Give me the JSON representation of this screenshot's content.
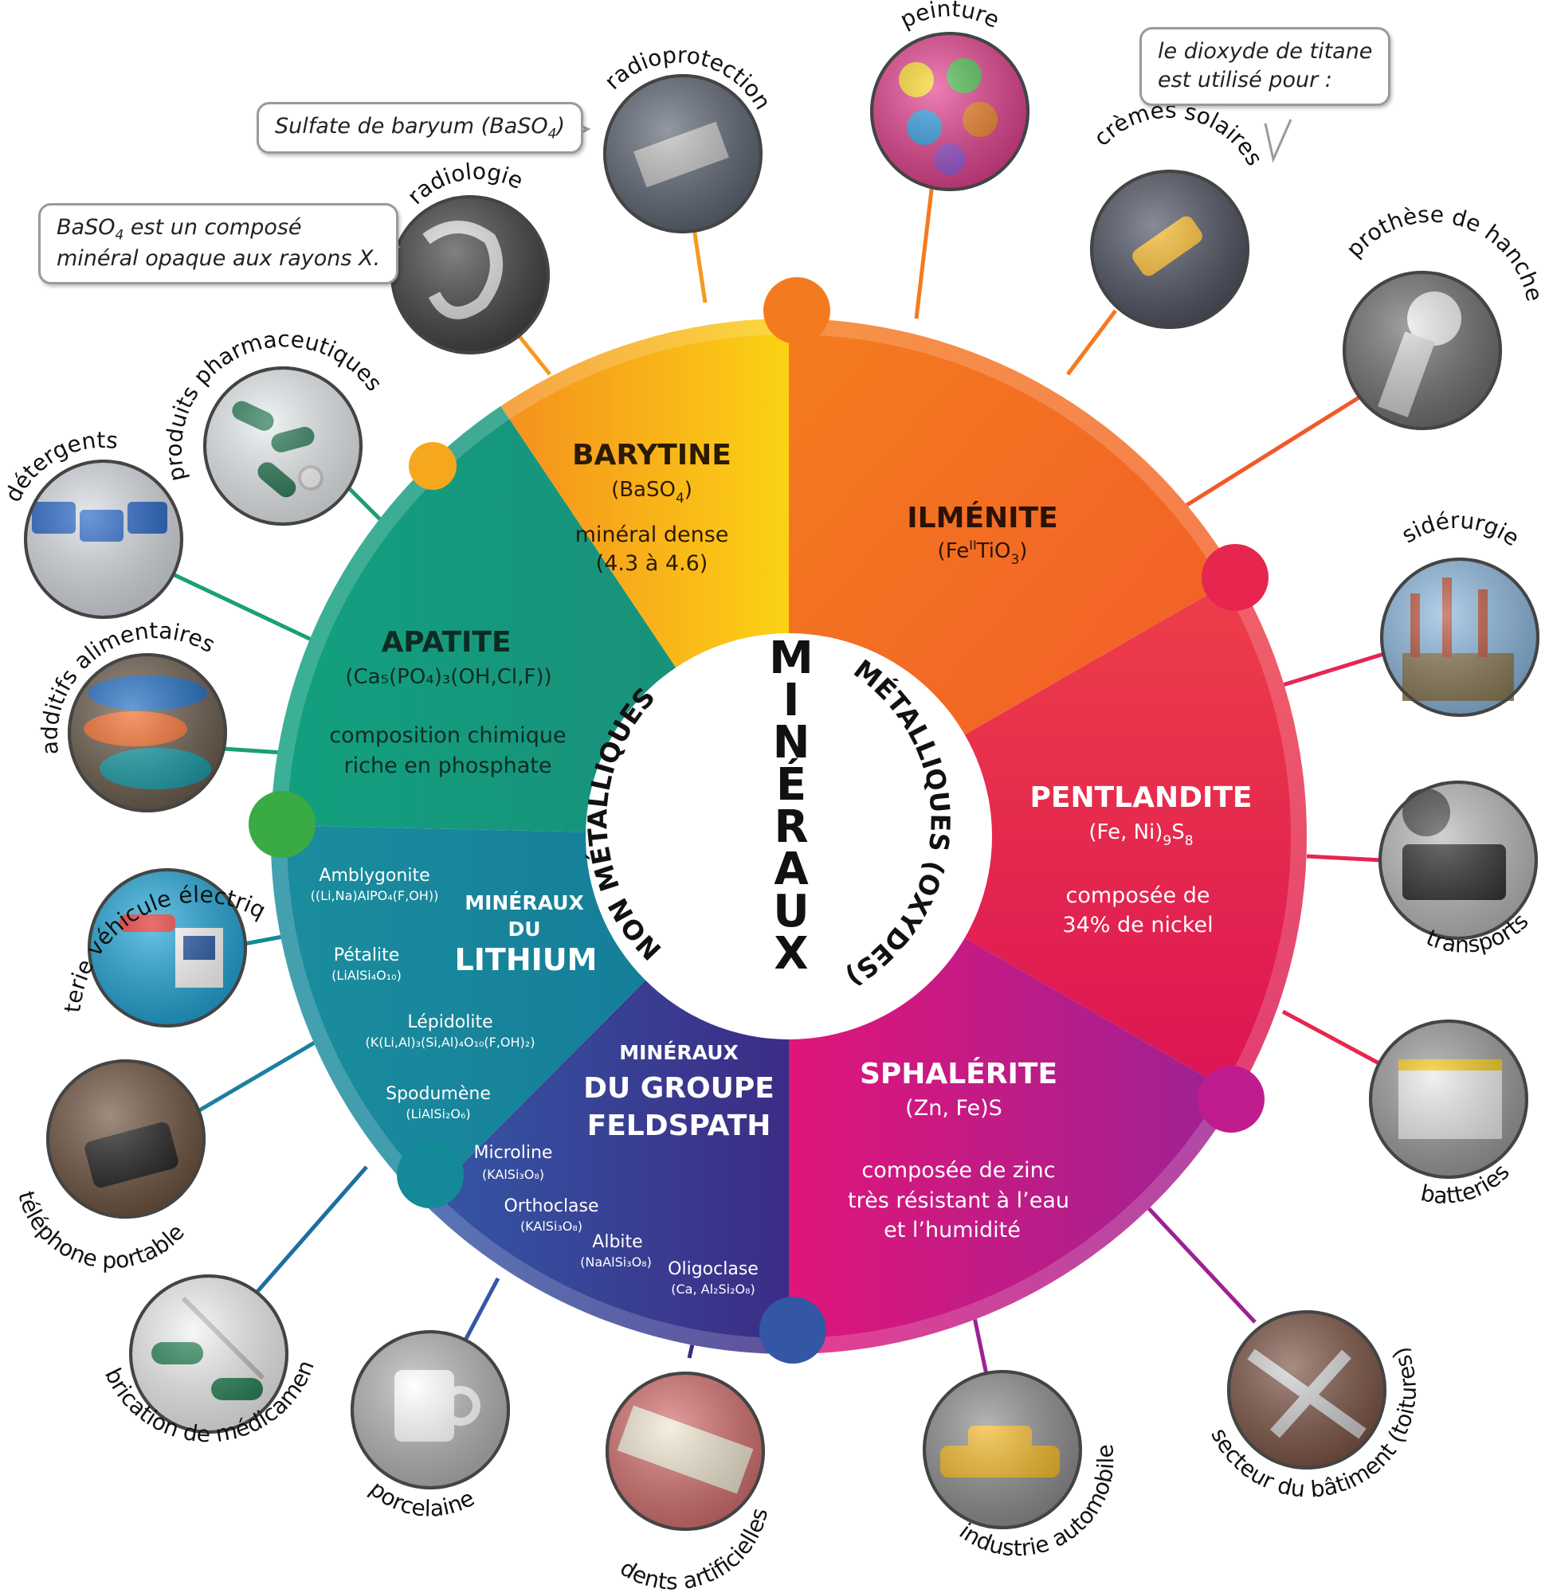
{
  "center": {
    "title_letters": [
      "M",
      "I",
      "N",
      "É",
      "R",
      "A",
      "U",
      "X"
    ],
    "left_arc": "NON MÉTALLIQUES",
    "right_arc": "MÉTALLIQUES (OXYDES)"
  },
  "sectors": {
    "barytine": {
      "name": "BARYTINE",
      "formula": "(BaSO",
      "formula_sub": "4",
      "formula_end": ")",
      "line1": "minéral dense",
      "line2": "(4.3 à 4.6)"
    },
    "ilmenite": {
      "name": "ILMÉNITE",
      "formula": "(Fe",
      "formula_sup": "II",
      "formula_mid": "TiO",
      "formula_sub": "3",
      "formula_end": ")"
    },
    "pentlandite": {
      "name": "PENTLANDITE",
      "formula": "(Fe, Ni)",
      "formula_sub": "9",
      "formula_mid": "S",
      "formula_sub2": "8",
      "line1": "composée de",
      "line2": "34% de nickel"
    },
    "sphalerite": {
      "name": "SPHALÉRITE",
      "formula": "(Zn, Fe)S",
      "line1": "composée de zinc",
      "line2": "très résistant à l’eau",
      "line3": "et l’humidité"
    },
    "feldspath": {
      "title1": "MINÉRAUX",
      "title2": "DU GROUPE",
      "title3": "FELDSPATH",
      "minerals": [
        {
          "name": "Microline",
          "formula": "(KAlSi₃O₈)"
        },
        {
          "name": "Orthoclase",
          "formula": "(KAlSi₃O₈)"
        },
        {
          "name": "Albite",
          "formula": "(NaAlSi₃O₈)"
        },
        {
          "name": "Oligoclase",
          "formula": "(Ca, Al₂Si₂O₈)"
        }
      ]
    },
    "lithium": {
      "title1": "MINÉRAUX",
      "title2": "DU",
      "title3": "LITHIUM",
      "minerals": [
        {
          "name": "Amblygonite",
          "formula": "((Li,Na)AlPO₄(F,OH))"
        },
        {
          "name": "Pétalite",
          "formula": "(LiAlSi₄O₁₀)"
        },
        {
          "name": "Lépidolite",
          "formula": "(K(Li,Al)₃(Si,Al)₄O₁₀(F,OH)₂)"
        },
        {
          "name": "Spodumène",
          "formula": "(LiAlSi₂O₆)"
        }
      ]
    },
    "apatite": {
      "name": "APATITE",
      "formula": "(Ca₅(PO₄)₃(OH,Cl,F))",
      "line1": "composition chimique",
      "line2": "riche en phosphate"
    }
  },
  "uses": {
    "peinture": "peinture",
    "radioprotection": "radioprotection",
    "radiologie": "radiologie",
    "cremes": "crèmes solaires",
    "prothese": "prothèse de hanche",
    "siderurgie": "sidérurgie",
    "transports": "transports",
    "batteries": "batteries",
    "batiment": "secteur du bâtiment (toitures)",
    "automobile": "industrie automobile",
    "dents": "dents artificielles",
    "porcelaine": "porcelaine",
    "medicaments": "fabrication de médicaments",
    "telephone": "téléphone portable",
    "vehicule": "batterie véhicule électrique",
    "additifs": "additifs alimentaires",
    "detergents": "détergents",
    "pharma": "produits pharmaceutiques"
  },
  "bubbles": {
    "sulfate": {
      "text": "Sulfate de baryum (BaSO",
      "sub": "4",
      "end": ")"
    },
    "baso4": {
      "line1_a": "BaSO",
      "line1_sub": "4",
      "line1_b": " est un composé",
      "line2": "minéral opaque aux rayons X."
    },
    "titane": {
      "line1": "le dioxyde de titane",
      "line2": "est utilisé pour :"
    }
  },
  "colors": {
    "barytine": "#f7a21b",
    "ilmenite": "#f47a20",
    "pentlandite": "#e6264f",
    "sphalerite": "#c01c8e",
    "feldspath": "#3b3b94",
    "lithium": "#148a99",
    "apatite": "#1aa072"
  }
}
